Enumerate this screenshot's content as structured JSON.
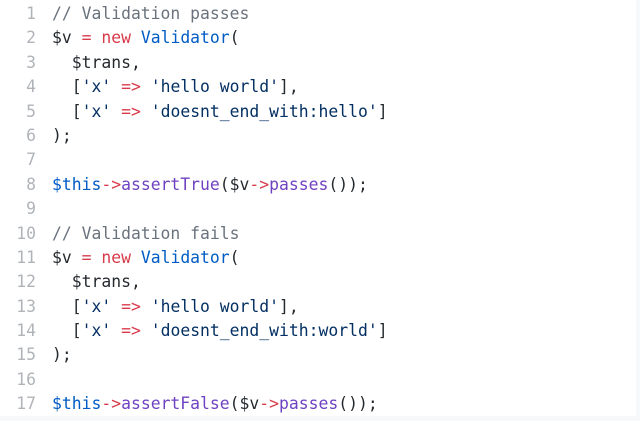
{
  "colors": {
    "comment": "#6a737d",
    "keyword": "#d73a49",
    "class": "#005cc5",
    "method": "#6f42c1",
    "string": "#032f62",
    "plain": "#24292e",
    "line_number": "#b0b4b9"
  },
  "lines": [
    {
      "n": "1",
      "tokens": [
        {
          "t": "comment",
          "v": "// Validation passes"
        }
      ]
    },
    {
      "n": "2",
      "tokens": [
        {
          "t": "plain",
          "v": "$v "
        },
        {
          "t": "op",
          "v": "="
        },
        {
          "t": "plain",
          "v": " "
        },
        {
          "t": "keyword",
          "v": "new"
        },
        {
          "t": "plain",
          "v": " "
        },
        {
          "t": "class",
          "v": "Validator"
        },
        {
          "t": "plain",
          "v": "("
        }
      ]
    },
    {
      "n": "3",
      "tokens": [
        {
          "t": "plain",
          "v": "  $trans,"
        }
      ]
    },
    {
      "n": "4",
      "tokens": [
        {
          "t": "plain",
          "v": "  ["
        },
        {
          "t": "string",
          "v": "'x'"
        },
        {
          "t": "plain",
          "v": " "
        },
        {
          "t": "op",
          "v": "=>"
        },
        {
          "t": "plain",
          "v": " "
        },
        {
          "t": "string",
          "v": "'hello world'"
        },
        {
          "t": "plain",
          "v": "],"
        }
      ]
    },
    {
      "n": "5",
      "tokens": [
        {
          "t": "plain",
          "v": "  ["
        },
        {
          "t": "string",
          "v": "'x'"
        },
        {
          "t": "plain",
          "v": " "
        },
        {
          "t": "op",
          "v": "=>"
        },
        {
          "t": "plain",
          "v": " "
        },
        {
          "t": "string",
          "v": "'doesnt_end_with:hello'"
        },
        {
          "t": "plain",
          "v": "]"
        }
      ]
    },
    {
      "n": "6",
      "tokens": [
        {
          "t": "plain",
          "v": ");"
        }
      ]
    },
    {
      "n": "7",
      "tokens": []
    },
    {
      "n": "8",
      "tokens": [
        {
          "t": "var",
          "v": "$this"
        },
        {
          "t": "op",
          "v": "->"
        },
        {
          "t": "method",
          "v": "assertTrue"
        },
        {
          "t": "plain",
          "v": "($v"
        },
        {
          "t": "op",
          "v": "->"
        },
        {
          "t": "method",
          "v": "passes"
        },
        {
          "t": "plain",
          "v": "());"
        }
      ]
    },
    {
      "n": "9",
      "tokens": []
    },
    {
      "n": "10",
      "tokens": [
        {
          "t": "comment",
          "v": "// Validation fails"
        }
      ]
    },
    {
      "n": "11",
      "tokens": [
        {
          "t": "plain",
          "v": "$v "
        },
        {
          "t": "op",
          "v": "="
        },
        {
          "t": "plain",
          "v": " "
        },
        {
          "t": "keyword",
          "v": "new"
        },
        {
          "t": "plain",
          "v": " "
        },
        {
          "t": "class",
          "v": "Validator"
        },
        {
          "t": "plain",
          "v": "("
        }
      ]
    },
    {
      "n": "12",
      "tokens": [
        {
          "t": "plain",
          "v": "  $trans,"
        }
      ]
    },
    {
      "n": "13",
      "tokens": [
        {
          "t": "plain",
          "v": "  ["
        },
        {
          "t": "string",
          "v": "'x'"
        },
        {
          "t": "plain",
          "v": " "
        },
        {
          "t": "op",
          "v": "=>"
        },
        {
          "t": "plain",
          "v": " "
        },
        {
          "t": "string",
          "v": "'hello world'"
        },
        {
          "t": "plain",
          "v": "],"
        }
      ]
    },
    {
      "n": "14",
      "tokens": [
        {
          "t": "plain",
          "v": "  ["
        },
        {
          "t": "string",
          "v": "'x'"
        },
        {
          "t": "plain",
          "v": " "
        },
        {
          "t": "op",
          "v": "=>"
        },
        {
          "t": "plain",
          "v": " "
        },
        {
          "t": "string",
          "v": "'doesnt_end_with:world'"
        },
        {
          "t": "plain",
          "v": "]"
        }
      ]
    },
    {
      "n": "15",
      "tokens": [
        {
          "t": "plain",
          "v": ");"
        }
      ]
    },
    {
      "n": "16",
      "tokens": []
    },
    {
      "n": "17",
      "tokens": [
        {
          "t": "var",
          "v": "$this"
        },
        {
          "t": "op",
          "v": "->"
        },
        {
          "t": "method",
          "v": "assertFalse"
        },
        {
          "t": "plain",
          "v": "($v"
        },
        {
          "t": "op",
          "v": "->"
        },
        {
          "t": "method",
          "v": "passes"
        },
        {
          "t": "plain",
          "v": "());"
        }
      ]
    }
  ]
}
